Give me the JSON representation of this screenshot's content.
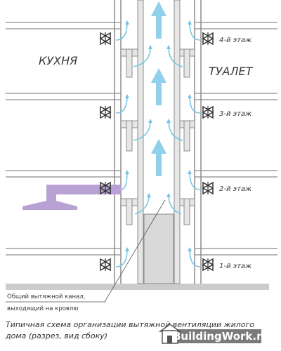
{
  "rooms": {
    "left": "КУХНЯ",
    "right": "ТУАЛЕТ"
  },
  "floors": [
    {
      "label": "4-й этаж"
    },
    {
      "label": "3-й этаж"
    },
    {
      "label": "2-й этаж"
    },
    {
      "label": "1-й этаж"
    }
  ],
  "callout": {
    "line1": "Общий вытяжной канал,",
    "line2": "выходящий на кровлю"
  },
  "caption": {
    "line1": "Типичная схема организации вытяжной вентиляции жилого",
    "line2": "дома (разрез, вид сбоку)"
  },
  "watermark": {
    "text": "BuildingWork.net",
    "icon": "house-icon"
  },
  "colors": {
    "wall_line": "#8c8c8c",
    "wall_fill": "#e6e6e6",
    "channel_fill": "#d9d9d9",
    "hood": "#b7a2d3",
    "arrow": "#8fd0ea",
    "arrow_small": "#74c4e4",
    "floor_slab": "#cccccc",
    "watermark_bg": "#7a7a7a"
  }
}
